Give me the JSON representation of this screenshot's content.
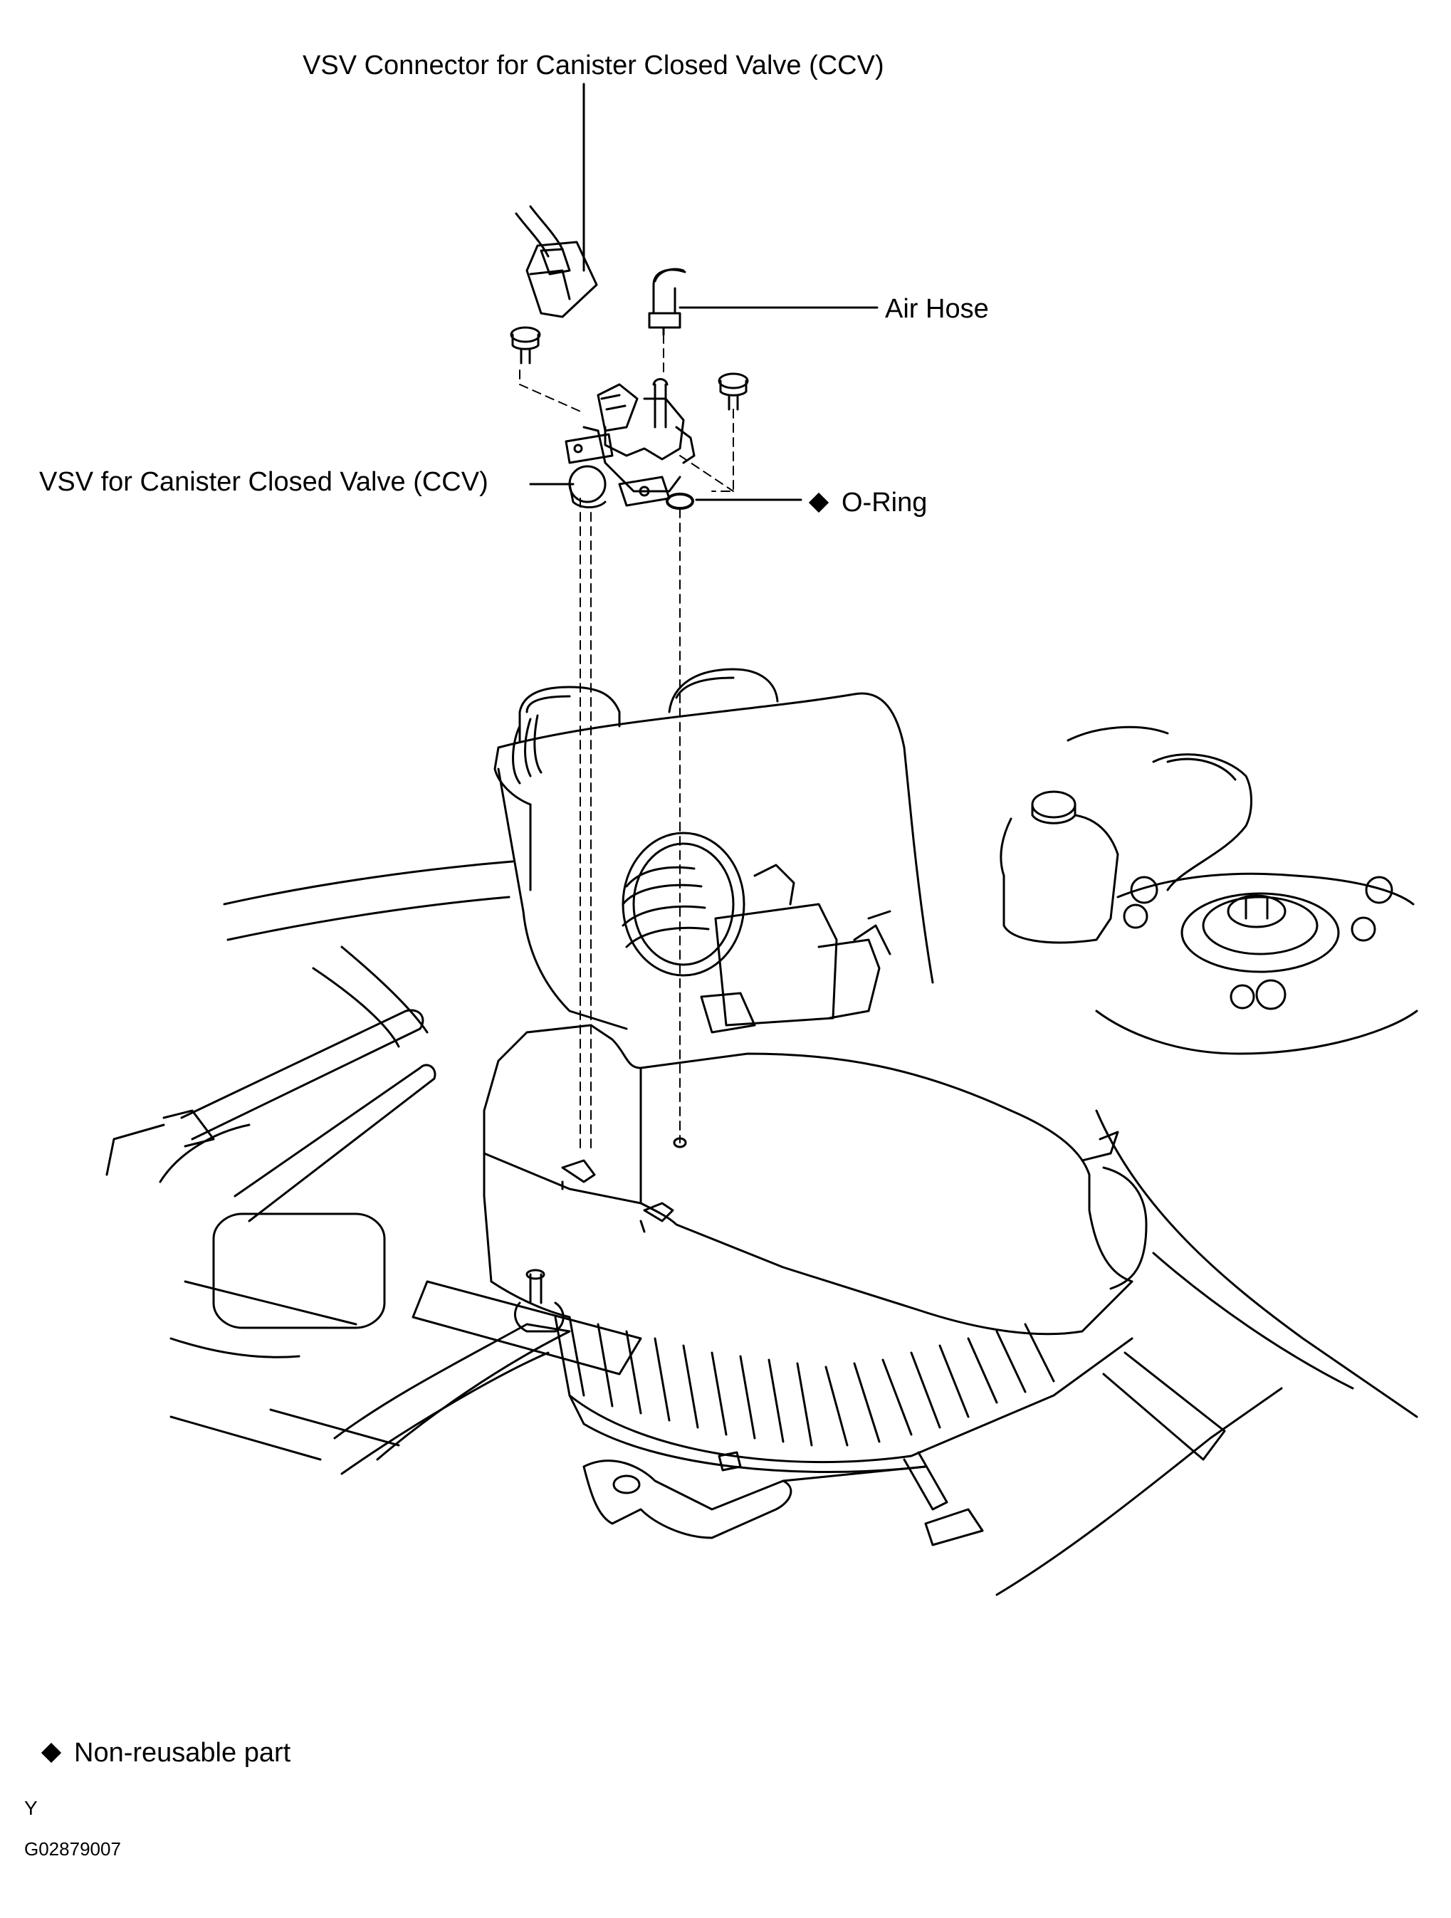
{
  "labels": {
    "vsv_connector": "VSV Connector for Canister Closed Valve (CCV)",
    "air_hose": "Air Hose",
    "vsv": "VSV for Canister Closed Valve (CCV)",
    "o_ring": "O-Ring"
  },
  "legend": {
    "non_reusable": "Non-reusable part",
    "symbol": "diamond-icon"
  },
  "footer": {
    "code_letter": "Y",
    "figure_id": "G02879007"
  },
  "colors": {
    "line": "#000000",
    "background": "#ffffff"
  }
}
